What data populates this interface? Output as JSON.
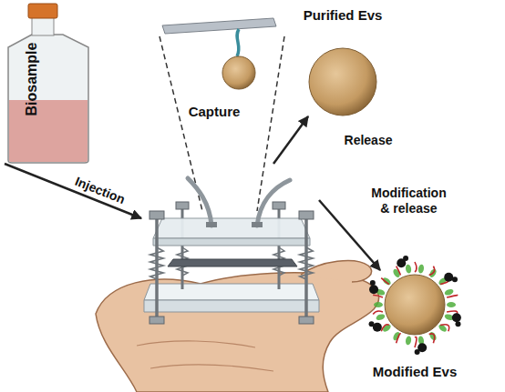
{
  "diagram": {
    "nodes": [
      {
        "text": [
          "Biosample"
        ]
      },
      {
        "text": [
          "Capture"
        ]
      },
      {
        "text": [
          "Purified Evs"
        ]
      },
      {
        "text": [
          "Modified Evs"
        ]
      }
    ],
    "edges": [
      {
        "from": 0,
        "to": 1,
        "arrow": "to",
        "label": "Injection"
      },
      {
        "from": 1,
        "to": 2,
        "arrow": "to",
        "label": "Release"
      },
      {
        "from": 1,
        "to": 3,
        "arrow": "to",
        "label": "Modification & release"
      }
    ]
  }
}
